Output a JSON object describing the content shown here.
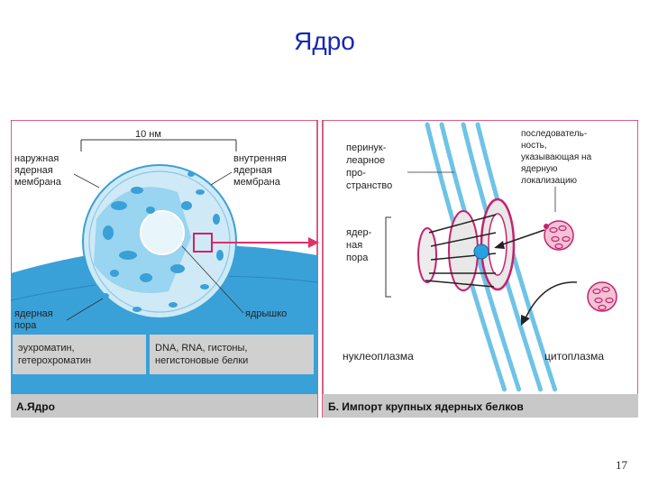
{
  "title": "Ядро",
  "page_number": "17",
  "panel_a": {
    "scale": "10 нм",
    "outer_membrane": [
      "наружная",
      "ядерная",
      "мембрана"
    ],
    "inner_membrane": [
      "внутренняя",
      "ядерная",
      "мембрана"
    ],
    "pore": [
      "ядерная",
      "пора"
    ],
    "nucleolus": "ядрышко",
    "chromatin": [
      "эухроматин,",
      "гетерохроматин"
    ],
    "components": [
      "DNA, RNA, гистоны,",
      "негистоновые белки"
    ],
    "caption": "А.Ядро"
  },
  "panel_b": {
    "perinuclear": [
      "перинук-",
      "леарное",
      "про-",
      "странство"
    ],
    "sequence": [
      "последователь-",
      "ность,",
      "указывающая на",
      "ядерную",
      "локализацию"
    ],
    "pore": [
      "ядер-",
      "ная",
      "пора"
    ],
    "nucleoplasm": "нуклеоплазма",
    "cytoplasm": "цитоплазма",
    "caption": "Б. Импорт крупных ядерных белков"
  },
  "colors": {
    "title": "#1428b4",
    "nucleus_light": "#cfeaf6",
    "nucleus_mid": "#6ec3e6",
    "nucleus_dark": "#3aa0d8",
    "label_box": "#d0d0d0",
    "caption_bar": "#c8c8c8",
    "pore_pink": "#c8226e",
    "arrow": "#e0306a"
  }
}
